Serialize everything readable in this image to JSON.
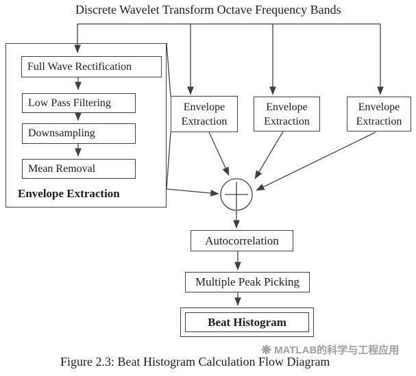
{
  "title": "Discrete Wavelet Transform Octave Frequency Bands",
  "envelope_detail": {
    "steps": [
      "Full Wave Rectification",
      "Low Pass Filtering",
      "Downsampling",
      "Mean Removal"
    ],
    "label": "Envelope Extraction"
  },
  "env_boxes": [
    {
      "line1": "Envelope",
      "line2": "Extraction"
    },
    {
      "line1": "Envelope",
      "line2": "Extraction"
    },
    {
      "line1": "Envelope",
      "line2": "Extraction"
    }
  ],
  "summation": {
    "symbol": "+"
  },
  "pipeline": {
    "autocorrelation": "Autocorrelation",
    "peak_picking": "Multiple Peak Picking",
    "beat_histogram": "Beat Histogram"
  },
  "caption": "Figure 2.3: Beat Histogram Calculation Flow Diagram",
  "watermark": {
    "logo": "❋",
    "text": "MATLAB的科学与工程应用",
    "color": "#8e8e8e"
  },
  "colors": {
    "line": "#404040",
    "background": "#ffffff",
    "text": "#1c1c1c"
  }
}
